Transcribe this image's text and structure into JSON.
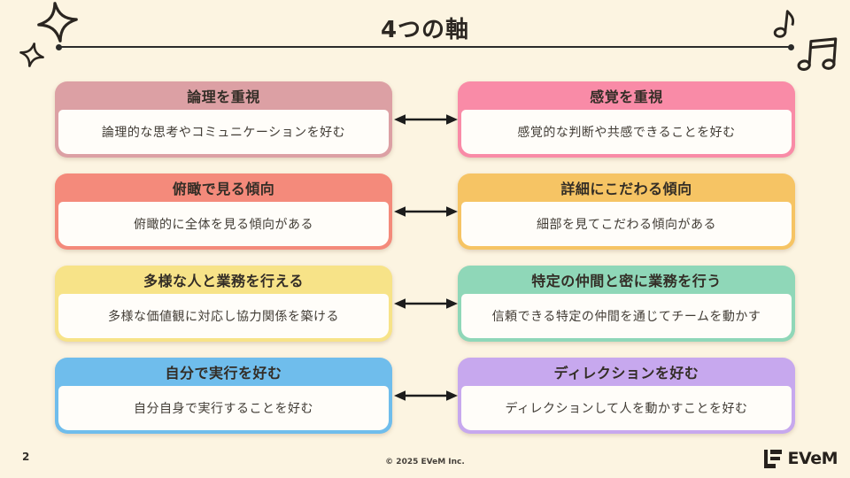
{
  "slide": {
    "title": "4つの軸",
    "page_number": "2",
    "copyright": "© 2025 EVeM Inc.",
    "logo_text": "EVeM"
  },
  "colors": {
    "background": "#fcf4e1",
    "ink": "#2b2b2b",
    "header_text": "#332d26",
    "body_text": "#413c35",
    "card_body_bg": "#fffdf9",
    "arrow": "#1c1c1c"
  },
  "decorations": [
    "sparkle-large",
    "sparkle-small",
    "eighth-note",
    "beamed-notes"
  ],
  "axes": [
    {
      "left": {
        "title": "論理を重視",
        "body": "論理的な思考やコミュニケーションを好む",
        "accent": "#dca0a4"
      },
      "right": {
        "title": "感覚を重視",
        "body": "感覚的な判断や共感できることを好む",
        "accent": "#f98ba7"
      }
    },
    {
      "left": {
        "title": "俯瞰で見る傾向",
        "body": "俯瞰的に全体を見る傾向がある",
        "accent": "#f48a7b"
      },
      "right": {
        "title": "詳細にこだわる傾向",
        "body": "細部を見てこだわる傾向がある",
        "accent": "#f6c464"
      }
    },
    {
      "left": {
        "title": "多様な人と業務を行える",
        "body": "多様な価値観に対応し協力関係を築ける",
        "accent": "#f7e388"
      },
      "right": {
        "title": "特定の仲間と密に業務を行う",
        "body": "信頼できる特定の仲間を通じてチームを動かす",
        "accent": "#8fd7b8"
      }
    },
    {
      "left": {
        "title": "自分で実行を好む",
        "body": "自分自身で実行することを好む",
        "accent": "#6fbdec"
      },
      "right": {
        "title": "ディレクションを好む",
        "body": "ディレクションして人を動かすことを好む",
        "accent": "#c7a8ee"
      }
    }
  ]
}
